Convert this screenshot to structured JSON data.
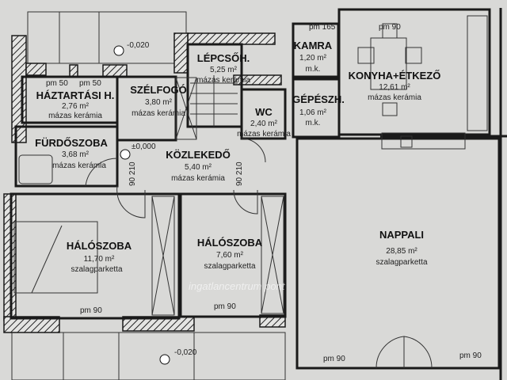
{
  "rooms": {
    "haztartasi": {
      "name": "HÁZTARTÁSI H.",
      "area": "2,76 m²",
      "floor": "mázas kerámia"
    },
    "szelfogo": {
      "name": "SZÉLFOGÓ",
      "area": "3,80 m²",
      "floor": "mázas kerámia"
    },
    "lepcsoh": {
      "name": "LÉPCSŐH.",
      "area": "5,25 m²",
      "floor": "mázas kerámia"
    },
    "wc": {
      "name": "WC",
      "area": "2,40 m²",
      "floor": "mázas kerámia"
    },
    "kamra": {
      "name": "KAMRA",
      "area": "1,20 m²",
      "floor": "m.k."
    },
    "gepeszh": {
      "name": "GÉPÉSZH.",
      "area": "1,06 m²",
      "floor": "m.k."
    },
    "konyha": {
      "name": "KONYHA+ÉTKEZŐ",
      "area": "12,61 m²",
      "floor": "mázas kerámia"
    },
    "furdoszoba": {
      "name": "FÜRDŐSZOBA",
      "area": "3,68 m²",
      "floor": "mázas kerámia"
    },
    "kozlekedo": {
      "name": "KÖZLEKEDŐ",
      "area": "5,40 m²",
      "floor": "mázas kerámia"
    },
    "haloszoba1": {
      "name": "HÁLÓSZOBA",
      "area": "11,70 m²",
      "floor": "szalagparketta"
    },
    "haloszoba2": {
      "name": "HÁLÓSZOBA",
      "area": "7,60 m²",
      "floor": "szalagparketta"
    },
    "nappali": {
      "name": "NAPPALI",
      "area": "28,85 m²",
      "floor": "szalagparketta"
    }
  },
  "levels": {
    "top": "-0,020",
    "entry": "±0,000",
    "bottom": "-0,020"
  },
  "windows": {
    "w1": "pm 50",
    "w2": "pm 50",
    "w3": "pm 165",
    "w4": "pm 90",
    "w5": "pm 90",
    "w6": "pm 90",
    "w7": "pm 90",
    "w8": "pm 90"
  },
  "doors": {
    "d1": "90 210",
    "d2": "90 210"
  },
  "watermark": "ingatlancentrum pont",
  "colors": {
    "paper": "#d9d9d7",
    "ink": "#1a1a1a"
  }
}
